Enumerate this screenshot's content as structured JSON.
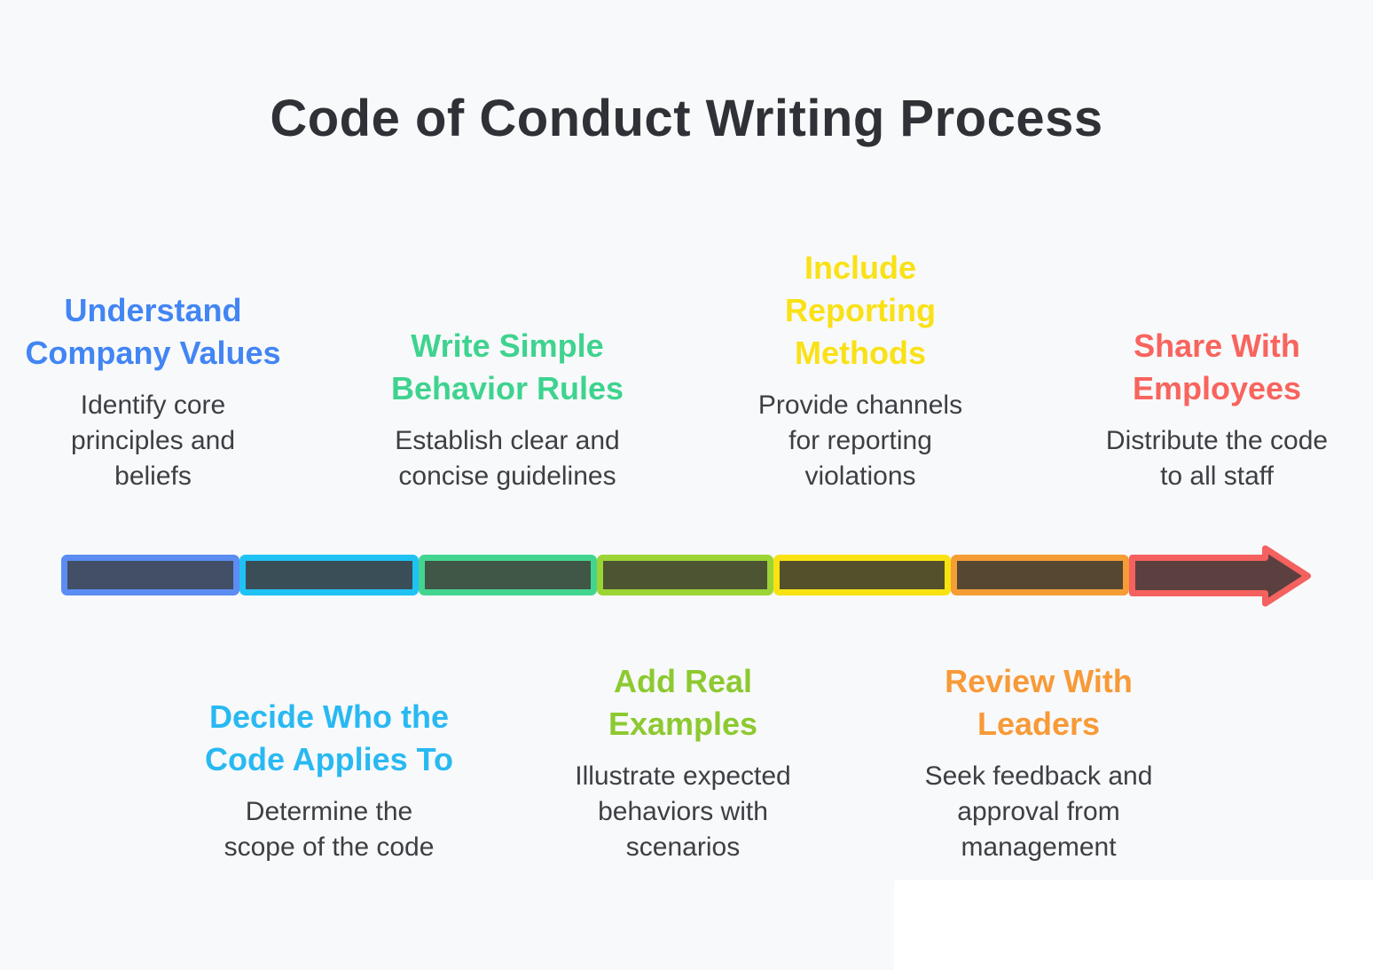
{
  "title": "Code of Conduct Writing Process",
  "background_color": "#F8F9FA",
  "steps_top": [
    {
      "heading": [
        "Understand",
        "Company Values"
      ],
      "color": "#4285F4",
      "body": [
        "Identify core",
        "principles and",
        "beliefs"
      ]
    },
    {
      "heading": [
        "Write Simple",
        "Behavior Rules"
      ],
      "color": "#3ED38F",
      "body": [
        "Establish clear and",
        "concise guidelines"
      ]
    },
    {
      "heading": [
        "Include",
        "Reporting",
        "Methods"
      ],
      "color": "#F9E116",
      "body": [
        "Provide channels",
        "for reporting",
        "violations"
      ]
    },
    {
      "heading": [
        "Share With",
        "Employees"
      ],
      "color": "#F8645E",
      "body": [
        "Distribute the code",
        "to all staff"
      ]
    }
  ],
  "steps_bottom": [
    {
      "heading": [
        "Decide Who the",
        "Code Applies To"
      ],
      "color": "#29B9F2",
      "body": [
        "Determine the",
        "scope of the code"
      ]
    },
    {
      "heading": [
        "Add Real",
        "Examples"
      ],
      "color": "#8DC930",
      "body": [
        "Illustrate expected",
        "behaviors with",
        "scenarios"
      ]
    },
    {
      "heading": [
        "Review With",
        "Leaders"
      ],
      "color": "#F79A38",
      "body": [
        "Seek feedback and",
        "approval from",
        "management"
      ]
    }
  ],
  "timeline": {
    "direction": "left-to-right",
    "segments": [
      {
        "name": "segment-1",
        "border": "#5B8DF2",
        "fill": "#424F67"
      },
      {
        "name": "segment-2",
        "border": "#20C2F4",
        "fill": "#3A4E58"
      },
      {
        "name": "segment-3",
        "border": "#43D590",
        "fill": "#405646"
      },
      {
        "name": "segment-4",
        "border": "#9CD435",
        "fill": "#4C5432"
      },
      {
        "name": "segment-5",
        "border": "#F9E212",
        "fill": "#54502C"
      },
      {
        "name": "segment-6",
        "border": "#F59C35",
        "fill": "#564733"
      },
      {
        "name": "segment-7-arrowhead",
        "border": "#F4615F",
        "fill": "#5C403F"
      }
    ]
  }
}
